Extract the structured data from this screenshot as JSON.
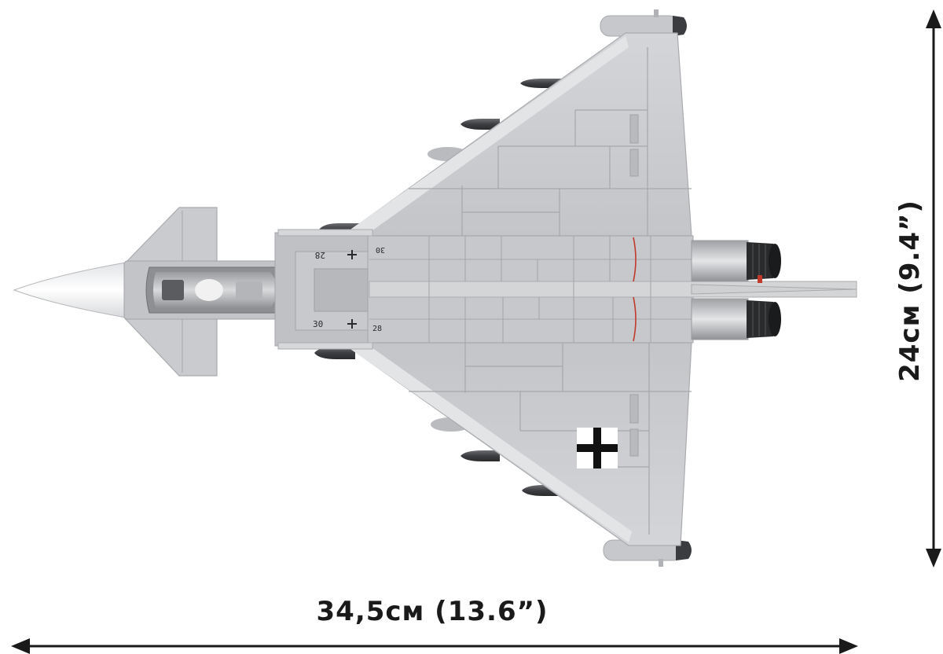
{
  "dimensions": {
    "length_label": "34,5см (13.6”)",
    "height_label": "24см (9.4”)"
  },
  "markings": {
    "nose_number_top": "30",
    "nose_number_top_mirror": "28",
    "nose_number_bottom": "30",
    "nose_number_bottom_mirror": "28"
  },
  "colors": {
    "airframe": "#c9cacc",
    "airframe_light": "#dcdde0",
    "airframe_dark": "#a9abae",
    "nose": "#f2f3f5",
    "missile": "#4a4c4f",
    "exhaust": "#2a2b2d",
    "arrow": "#1a1a1a",
    "stripe": "#c0392b"
  }
}
